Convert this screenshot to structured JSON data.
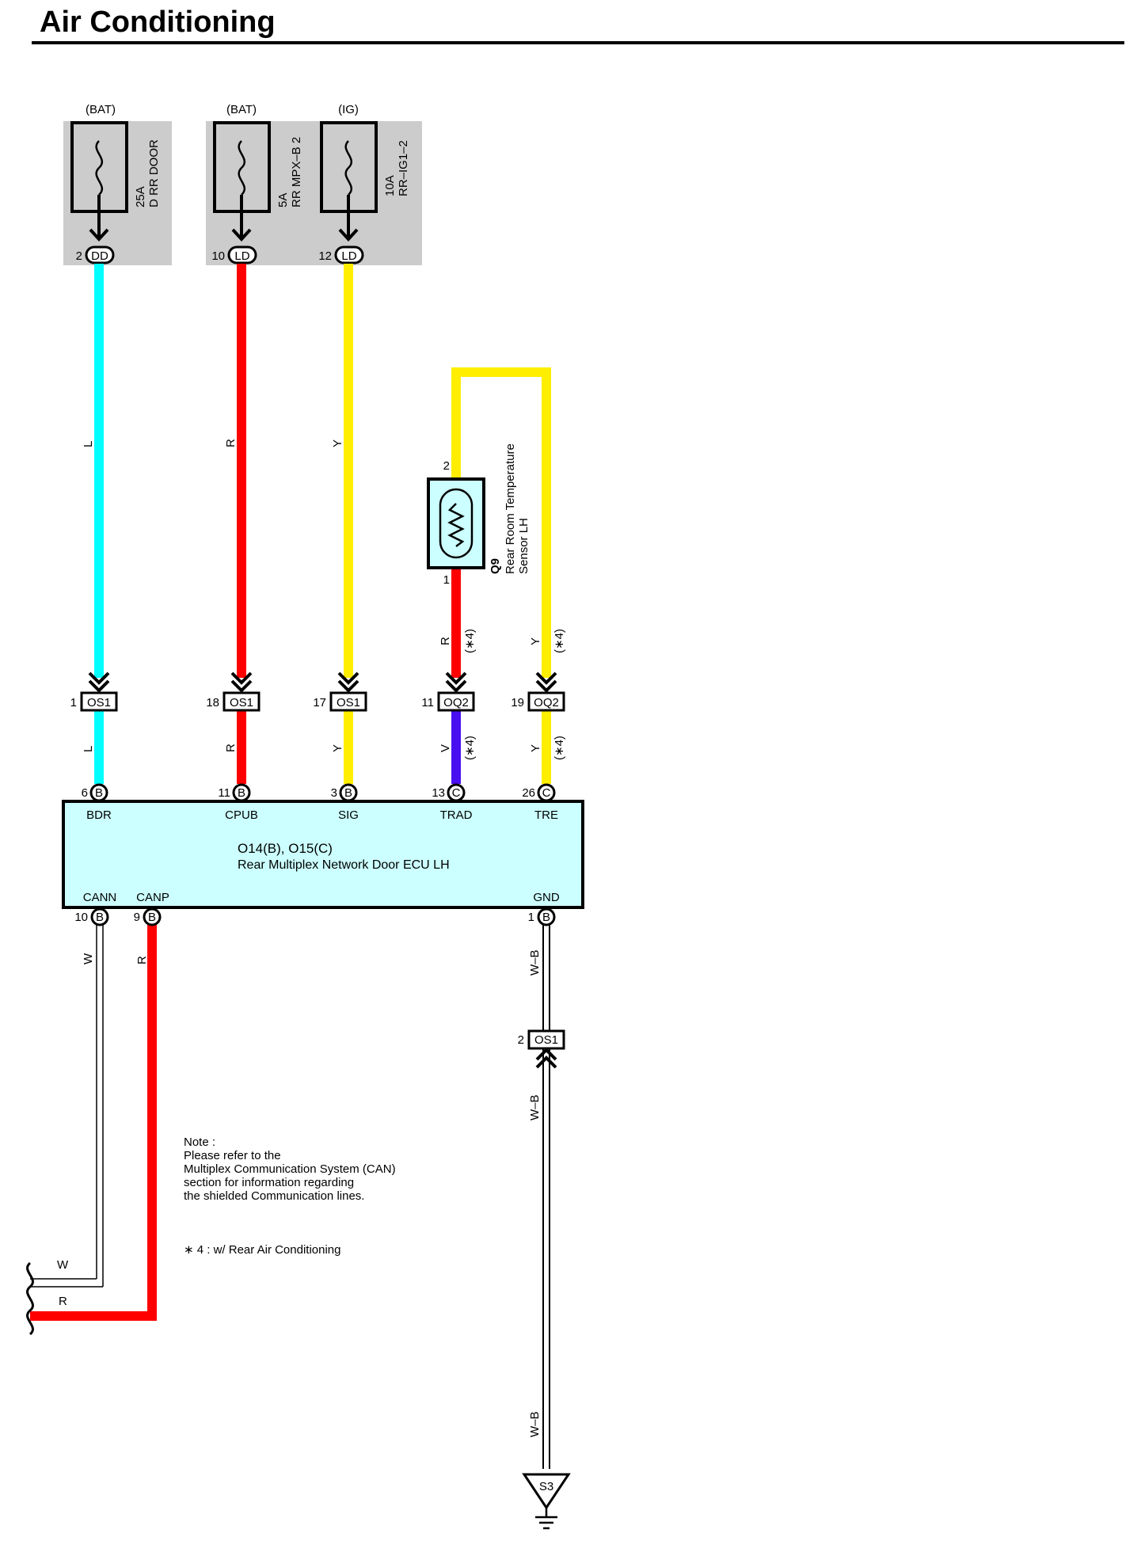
{
  "title": "Air Conditioning",
  "fuses": [
    {
      "id": "fuse-d-rr-door",
      "source": "(BAT)",
      "rating": "25A",
      "name": "D RR DOOR",
      "pin": "2",
      "conn": "DD",
      "color": "#00ffff",
      "wire_color_code": "L"
    },
    {
      "id": "fuse-rr-mpx-b2",
      "source": "(BAT)",
      "rating": "5A",
      "name": "RR MPX–B 2",
      "pin": "10",
      "conn": "LD",
      "color": "#ff0000",
      "wire_color_code": "R"
    },
    {
      "id": "fuse-rr-ig1-2",
      "source": "(IG)",
      "rating": "10A",
      "name": "RR–IG1–2",
      "pin": "12",
      "conn": "LD",
      "color": "#ffee00",
      "wire_color_code": "Y"
    }
  ],
  "sensor": {
    "code": "Q9",
    "name_line1": "Rear Room Temperature",
    "name_line2": "Sensor LH",
    "pin_top": "2",
    "pin_bottom": "1"
  },
  "sensor_wires": {
    "left_code": "R",
    "left_note": "(∗4)",
    "right_code": "Y",
    "right_note": "(∗4)"
  },
  "junctions": [
    {
      "pin": "1",
      "conn": "OS1"
    },
    {
      "pin": "18",
      "conn": "OS1"
    },
    {
      "pin": "17",
      "conn": "OS1"
    },
    {
      "pin": "11",
      "conn": "OQ2"
    },
    {
      "pin": "19",
      "conn": "OQ2"
    }
  ],
  "lower_wires": [
    {
      "code": "L",
      "note": ""
    },
    {
      "code": "R",
      "note": ""
    },
    {
      "code": "Y",
      "note": ""
    },
    {
      "code": "V",
      "note": "(∗4)"
    },
    {
      "code": "Y",
      "note": "(∗4)"
    }
  ],
  "ecu": {
    "id": "O14(B), O15(C)",
    "name": "Rear Multiplex Network Door ECU LH",
    "top_terminals": [
      {
        "pin": "6",
        "conn": "B",
        "label": "BDR"
      },
      {
        "pin": "11",
        "conn": "B",
        "label": "CPUB"
      },
      {
        "pin": "3",
        "conn": "B",
        "label": "SIG"
      },
      {
        "pin": "13",
        "conn": "C",
        "label": "TRAD"
      },
      {
        "pin": "26",
        "conn": "C",
        "label": "TRE"
      }
    ],
    "bottom_terminals": [
      {
        "pin": "10",
        "conn": "B",
        "label": "CANN"
      },
      {
        "pin": "9",
        "conn": "B",
        "label": "CANP"
      },
      {
        "pin": "1",
        "conn": "B",
        "label": "GND"
      }
    ]
  },
  "can_wires": {
    "cann_code": "W",
    "canp_code": "R",
    "cann_end_label": "W",
    "canp_end_label": "R"
  },
  "ground": {
    "wire_code_1": "W–B",
    "junction_pin": "2",
    "junction_conn": "OS1",
    "wire_code_2": "W–B",
    "wire_code_3": "W–B",
    "point": "S3"
  },
  "note": {
    "line1": "Note :",
    "line2": "Please refer to the",
    "line3": "Multiplex Communication System (CAN)",
    "line4": "section for information regarding",
    "line5": "the shielded Communication lines.",
    "footnote": "∗ 4 : w/ Rear Air Conditioning"
  },
  "colors": {
    "light_blue": "#00ffff",
    "red": "#ff0000",
    "yellow": "#ffee00",
    "violet": "#4a0ff0",
    "ecu_fill": "#ccffff",
    "sensor_fill": "#ccffff",
    "fuse_box": "#cccccc"
  }
}
